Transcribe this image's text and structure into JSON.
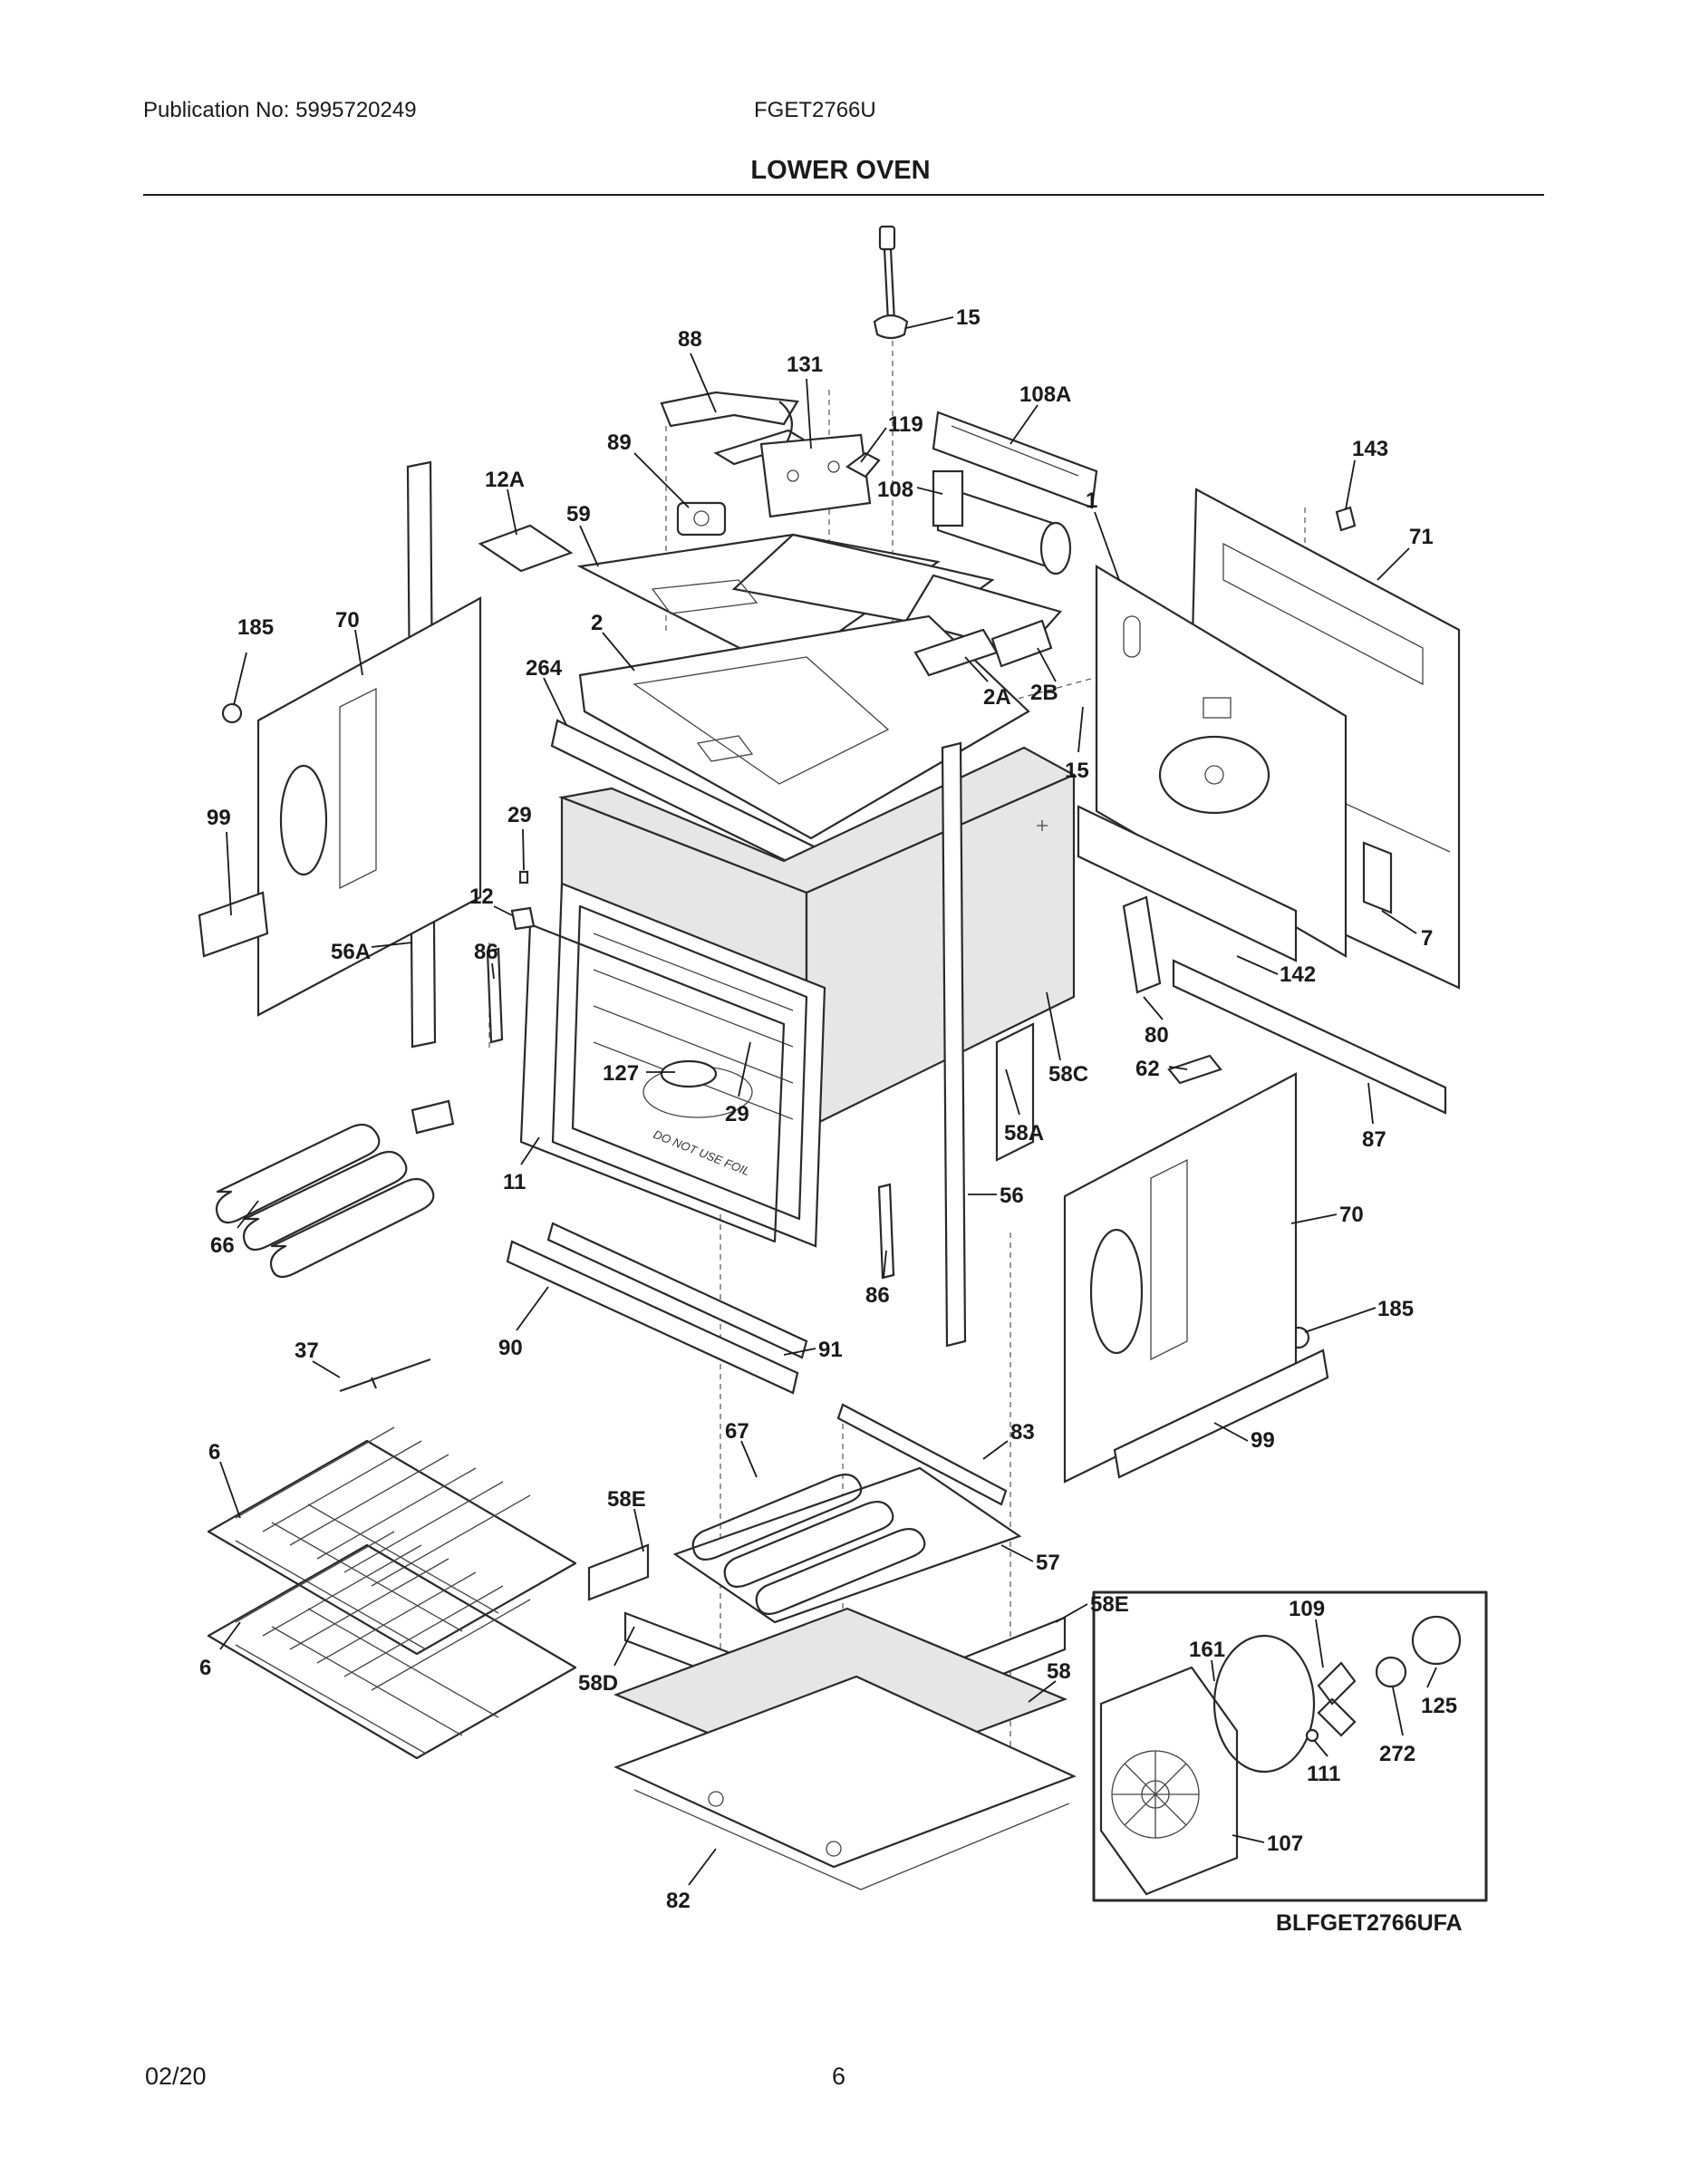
{
  "header": {
    "publication": "Publication No: 5995720249",
    "model": "FGET2766U",
    "section_title": "LOWER OVEN"
  },
  "diagram": {
    "drawing_code": "BLFGET2766UFA",
    "oven_floor_text": "DO NOT USE FOIL",
    "callouts": [
      "15",
      "88",
      "131",
      "108A",
      "119",
      "143",
      "89",
      "12A",
      "108",
      "1",
      "71",
      "59",
      "185",
      "70",
      "2",
      "264",
      "2A",
      "2B",
      "15",
      "29",
      "99",
      "12",
      "7",
      "56A",
      "86",
      "142",
      "80",
      "127",
      "29",
      "58C",
      "62",
      "87",
      "66",
      "11",
      "58A",
      "56",
      "70",
      "86",
      "185",
      "90",
      "91",
      "37",
      "6",
      "67",
      "83",
      "99",
      "58E",
      "57",
      "109",
      "58E",
      "6",
      "58D",
      "161",
      "58",
      "125",
      "111",
      "272",
      "107",
      "82"
    ]
  },
  "footer": {
    "date": "02/20",
    "page": "6"
  }
}
